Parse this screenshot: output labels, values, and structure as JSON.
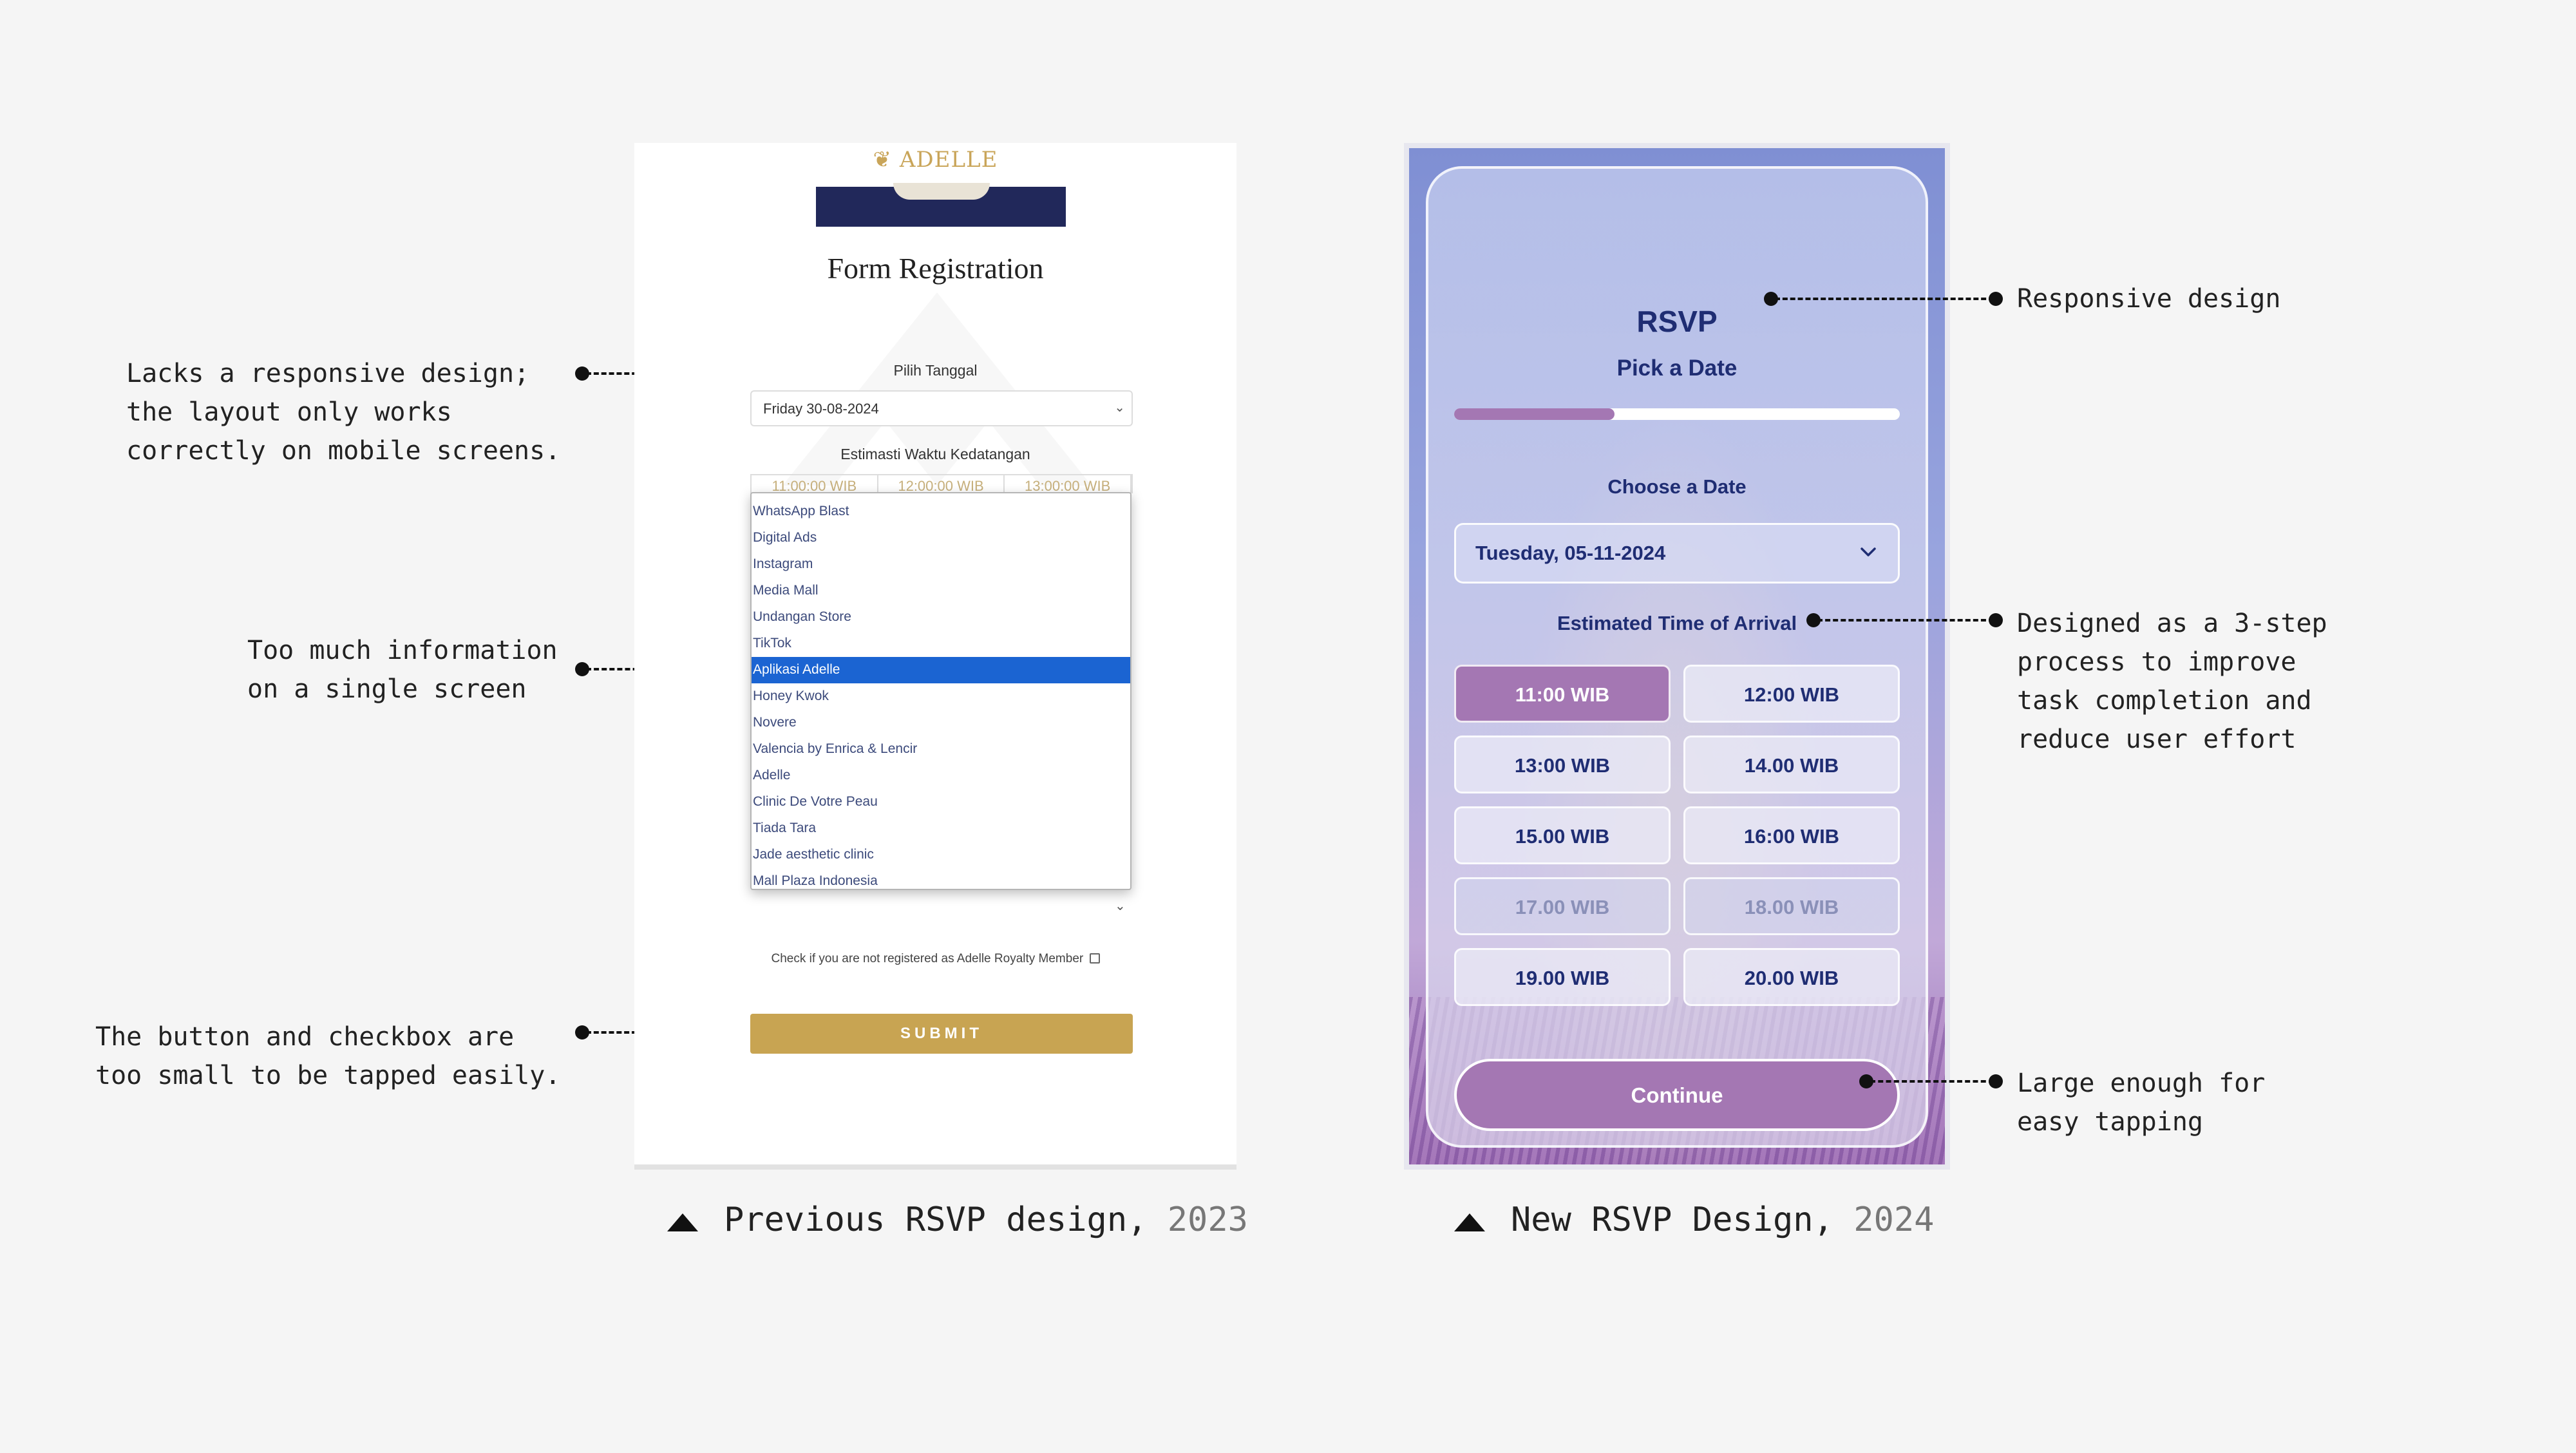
{
  "annotations": {
    "left": [
      "Lacks a responsive design;\nthe layout only works\ncorrectly on mobile screens.",
      "Too much information\non a single screen",
      "The button and checkbox are\ntoo small to be tapped easily."
    ],
    "right": [
      "Responsive design",
      "Designed as a 3-step\nprocess to improve\ntask completion and\nreduce user effort",
      "Large enough for\neasy tapping"
    ]
  },
  "old_design": {
    "logo": "❦ ADELLE",
    "title": "Form Registration",
    "date_label": "Pilih Tanggal",
    "date_value": "Friday 30-08-2024",
    "time_label": "Estimasti Waktu Kedatangan",
    "time_ghost": [
      "11:00:00 WIB",
      "12:00:00 WIB",
      "13:00:00 WIB"
    ],
    "dropdown_options": [
      "WhatsApp Blast",
      "Digital Ads",
      "Instagram",
      "Media Mall",
      "Undangan Store",
      "TikTok",
      "Aplikasi Adelle",
      "Honey Kwok",
      "Novere",
      "Valencia by Enrica & Lencir",
      "Adelle",
      "Clinic De Votre Peau",
      "Tiada Tara",
      "Jade aesthetic clinic",
      "Mall Plaza Indonesia"
    ],
    "selected_option": "Aplikasi Adelle",
    "checkbox_label": "Check if you are not registered as Adelle Royalty Member",
    "submit_label": "SUBMIT"
  },
  "new_design": {
    "title": "RSVP",
    "subtitle": "Pick a Date",
    "progress": 0.36,
    "choose_label": "Choose a Date",
    "date_value": "Tuesday, 05-11-2024",
    "eta_label": "Estimated Time of Arrival",
    "slots": [
      {
        "label": "11:00 WIB",
        "state": "selected"
      },
      {
        "label": "12:00 WIB",
        "state": "available"
      },
      {
        "label": "13:00 WIB",
        "state": "available"
      },
      {
        "label": "14.00 WIB",
        "state": "available"
      },
      {
        "label": "15.00 WIB",
        "state": "available"
      },
      {
        "label": "16:00 WIB",
        "state": "available"
      },
      {
        "label": "17.00 WIB",
        "state": "disabled"
      },
      {
        "label": "18.00 WIB",
        "state": "disabled"
      },
      {
        "label": "19.00 WIB",
        "state": "available"
      },
      {
        "label": "20.00 WIB",
        "state": "available"
      }
    ],
    "continue_label": "Continue"
  },
  "captions": {
    "previous": {
      "text": "Previous RSVP design, ",
      "year": "2023"
    },
    "new": {
      "text": "New RSVP Design, ",
      "year": "2024"
    }
  },
  "colors": {
    "background": "#f5f5f5",
    "old_navy": "#21285a",
    "old_gold": "#c8a452",
    "old_select_blue": "#1b64d2",
    "new_purple": "#a477b3",
    "new_navy_text": "#1f2d73"
  }
}
